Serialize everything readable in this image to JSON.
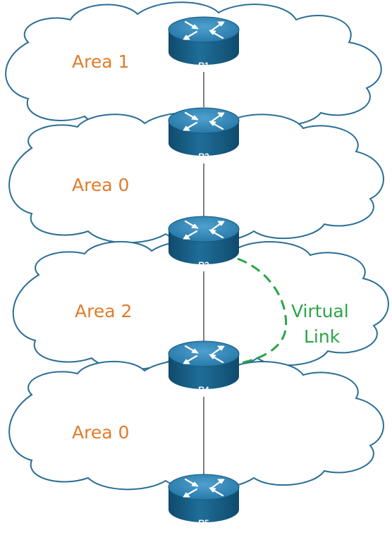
{
  "areas": [
    {
      "label": "Area 1"
    },
    {
      "label": "Area 0"
    },
    {
      "label": "Area 2"
    },
    {
      "label": "Area 0"
    }
  ],
  "routers": [
    {
      "label": "R1"
    },
    {
      "label": "R2"
    },
    {
      "label": "R3"
    },
    {
      "label": "R4"
    },
    {
      "label": "R5"
    }
  ],
  "virtual_link": {
    "line1": "Virtual",
    "line2": "Link",
    "color": "#2aa544"
  },
  "colors": {
    "area_label": "#e07c2a",
    "cloud_outline": "#2a6e96",
    "router_body": "#1e6a93"
  }
}
